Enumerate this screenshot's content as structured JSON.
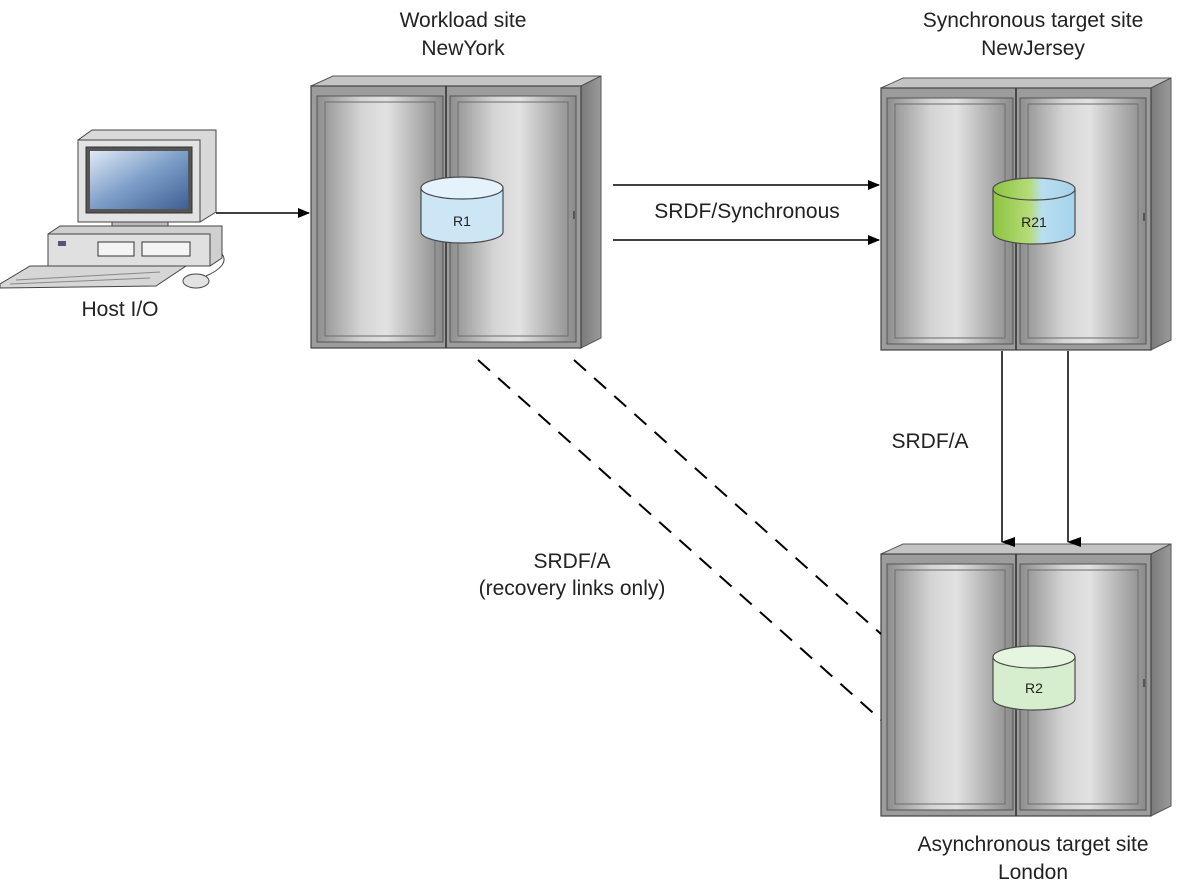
{
  "sites": {
    "workload": {
      "title": "Workload site",
      "city": "NewYork",
      "volume": "R1"
    },
    "sync_target": {
      "title": "Synchronous target site",
      "city": "NewJersey",
      "volume": "R21"
    },
    "async_target": {
      "title": "Asynchronous target site",
      "city": "London",
      "volume": "R2"
    }
  },
  "host": {
    "label": "Host I/O"
  },
  "links": {
    "synchronous": "SRDF/Synchronous",
    "async_vertical": "SRDF/A",
    "recovery_title": "SRDF/A",
    "recovery_note": "(recovery links only)"
  },
  "colors": {
    "r1": "#cfe6f5",
    "r2": "#d7efcf",
    "r21_left": "#9ccc4c",
    "r21_right": "#aed9ef",
    "cabinet": "#a8a8a8",
    "arrow": "#000000"
  }
}
